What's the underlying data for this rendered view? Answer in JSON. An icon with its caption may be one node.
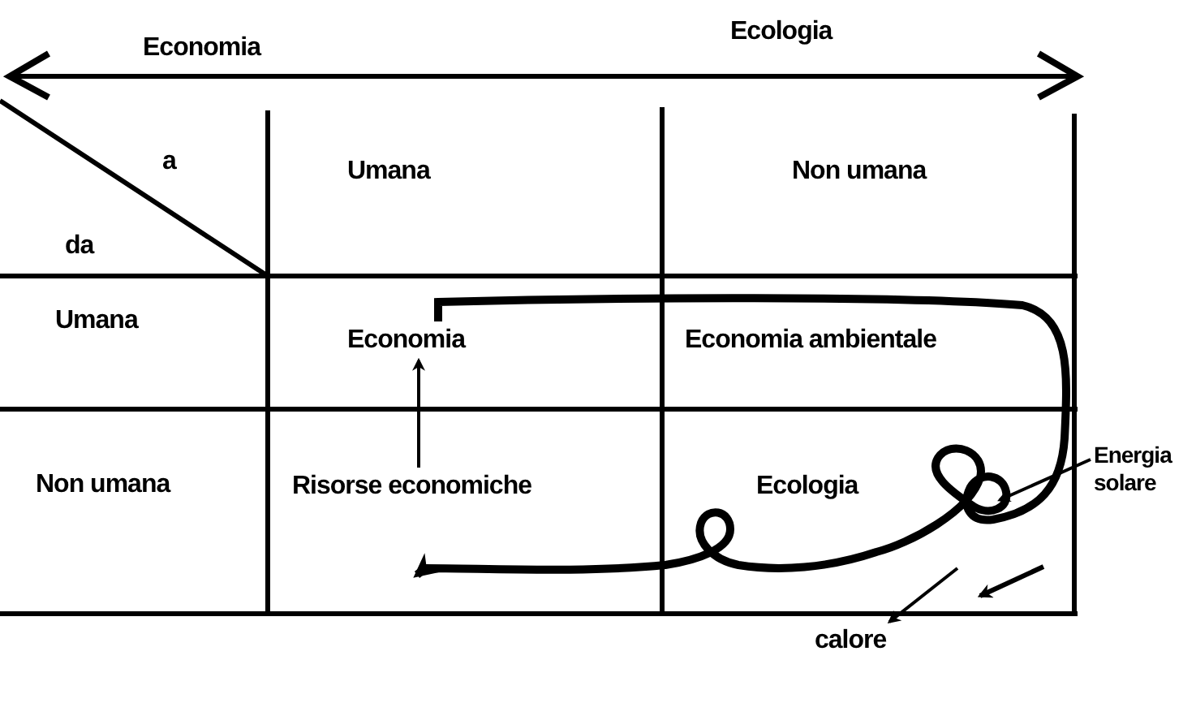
{
  "diagram": {
    "nodes": [
      {
        "text": [
          "Economia"
        ]
      },
      {
        "text": [
          "Economia ambientale"
        ]
      },
      {
        "text": [
          "Risorse economiche"
        ]
      },
      {
        "text": [
          "Ecologia"
        ]
      },
      {
        "text": [
          "Energia solare"
        ]
      },
      {
        "text": [
          "calore"
        ]
      }
    ],
    "edges": [
      {
        "from": 2,
        "to": 0,
        "arrow": "to"
      },
      {
        "from": 0,
        "to": 2,
        "arrow": "to",
        "style": "thick"
      },
      {
        "from": 4,
        "to": null,
        "arrow": "to"
      },
      {
        "from": null,
        "to": 5,
        "arrow": "to"
      }
    ],
    "labels": [
      "Economia",
      "Ecologia",
      "a",
      "da",
      "Umana",
      "Non umana",
      "Umana",
      "Non umana"
    ]
  }
}
